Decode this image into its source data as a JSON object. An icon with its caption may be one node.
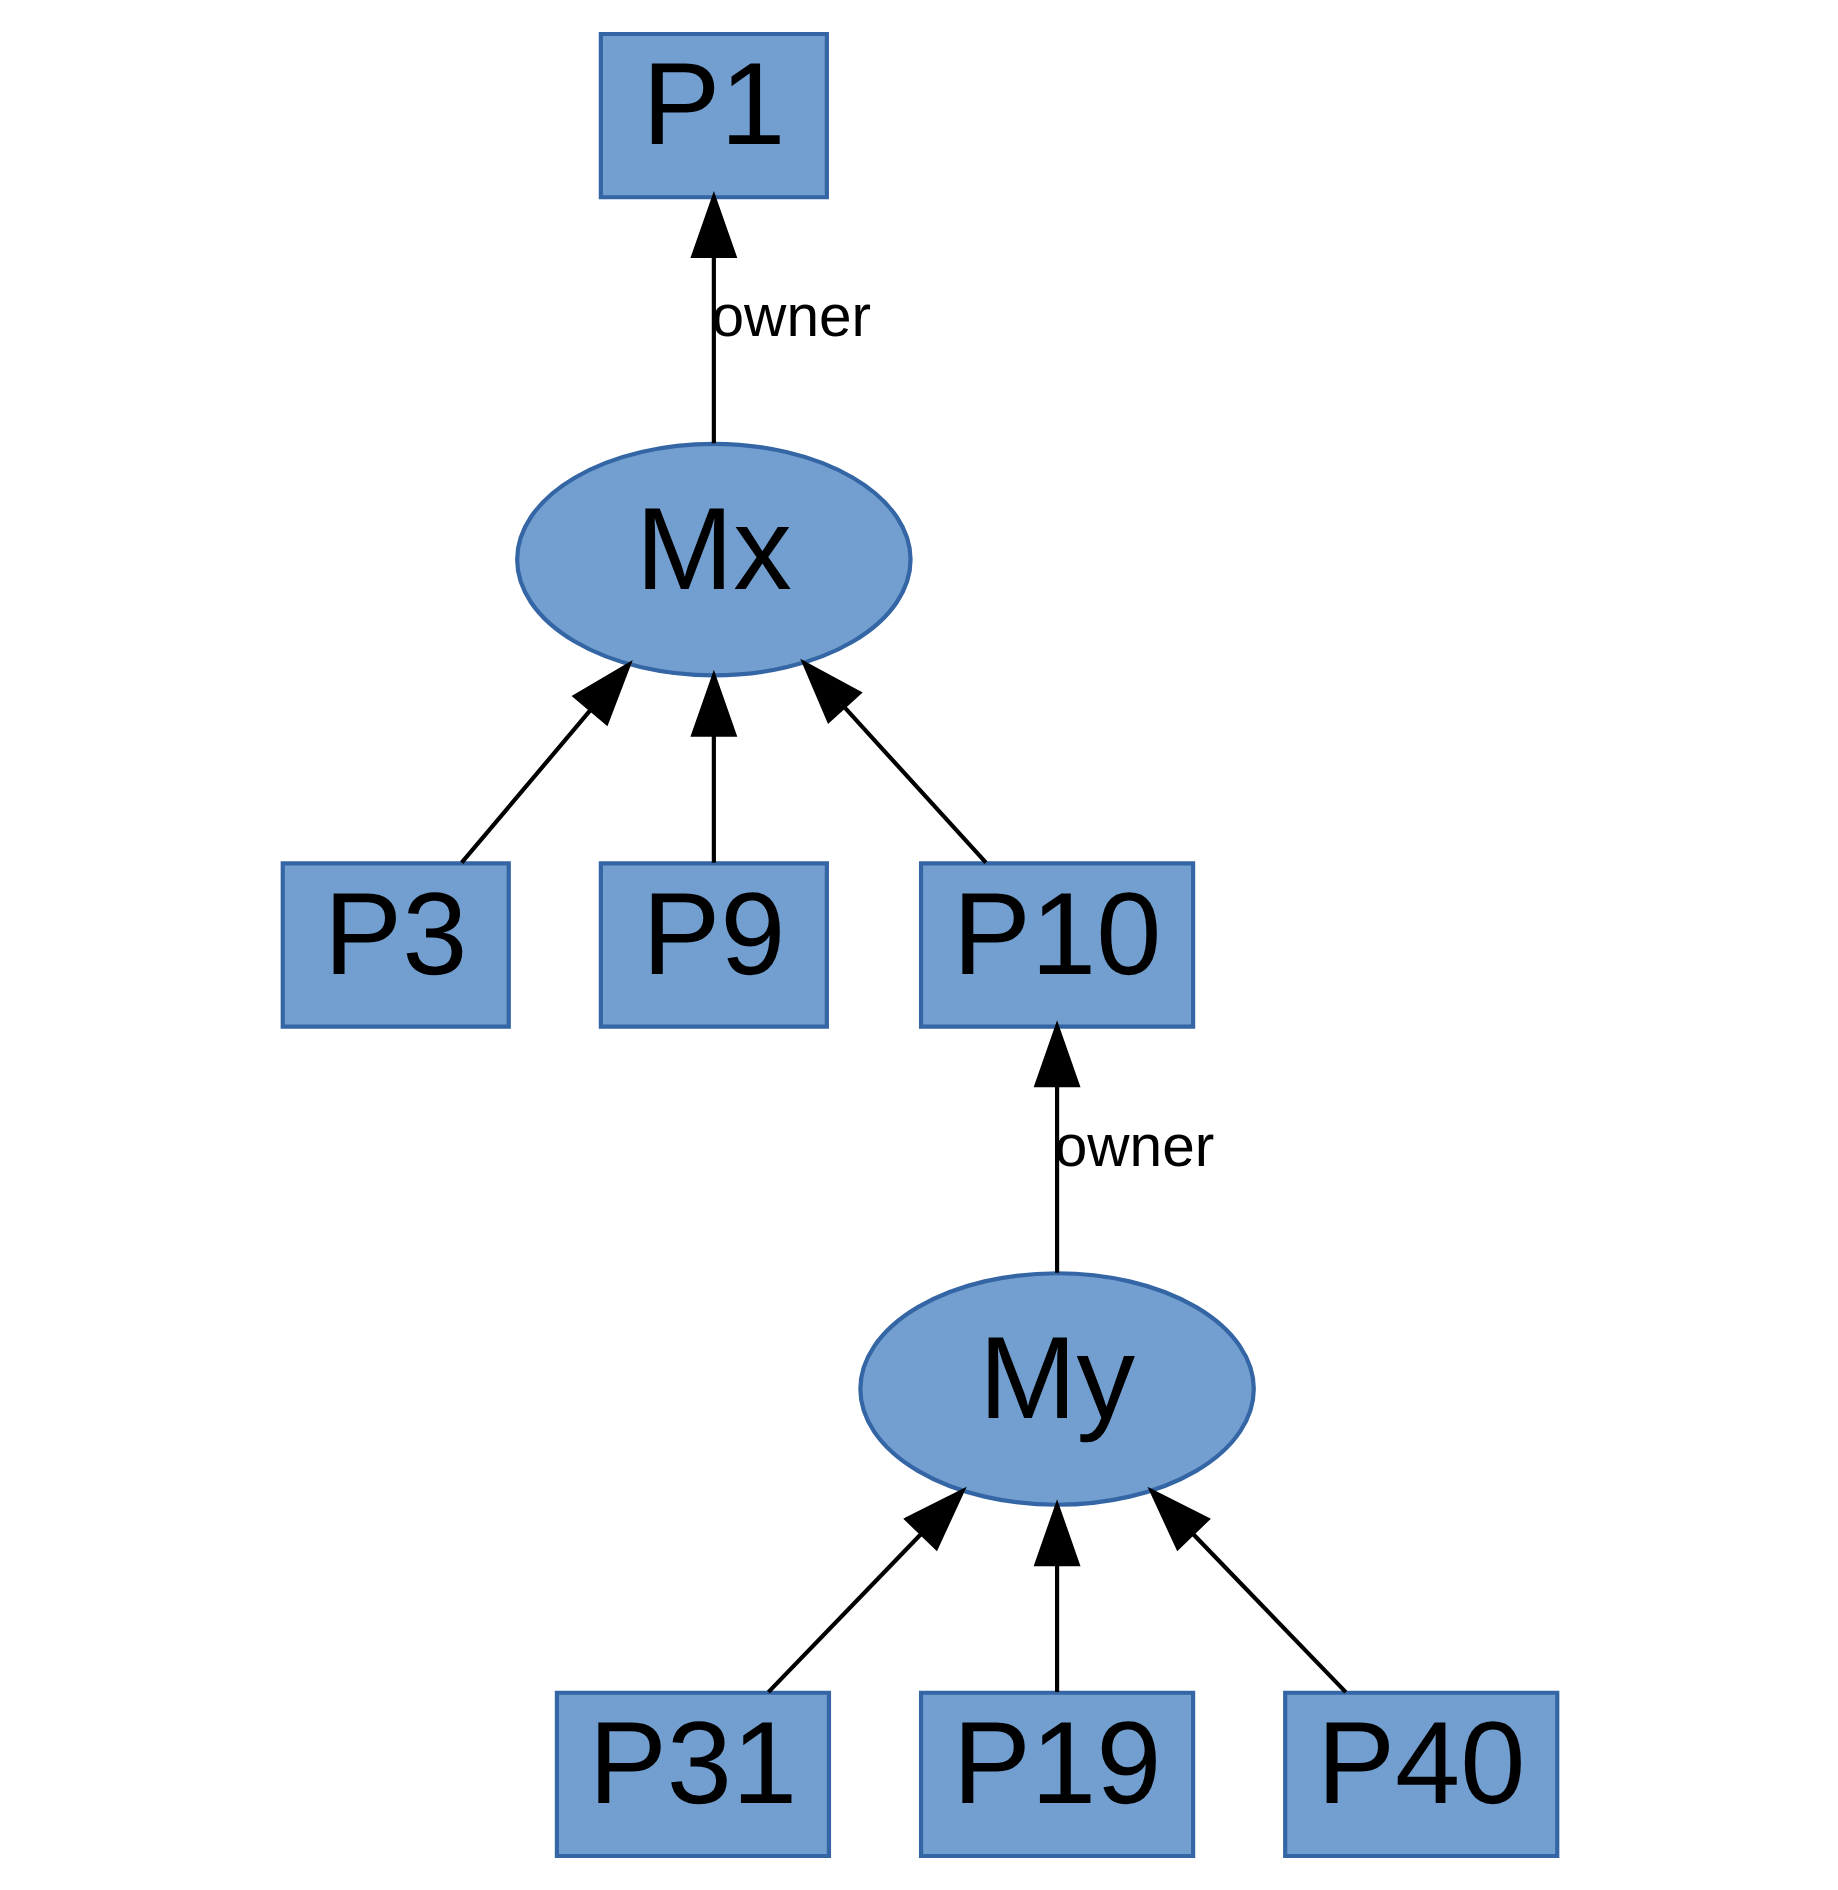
{
  "diagram": {
    "nodes": [
      {
        "text": [
          "P1"
        ]
      },
      {
        "text": [
          "Mx"
        ]
      },
      {
        "text": [
          "P3"
        ]
      },
      {
        "text": [
          "P9"
        ]
      },
      {
        "text": [
          "P10"
        ]
      },
      {
        "text": [
          "My"
        ]
      },
      {
        "text": [
          "P31"
        ]
      },
      {
        "text": [
          "P19"
        ]
      },
      {
        "text": [
          "P40"
        ]
      }
    ],
    "edges": [
      {
        "from": 1,
        "to": 0,
        "arrow": "to",
        "label": "owner"
      },
      {
        "from": 2,
        "to": 1,
        "arrow": "to"
      },
      {
        "from": 3,
        "to": 1,
        "arrow": "to"
      },
      {
        "from": 4,
        "to": 1,
        "arrow": "to"
      },
      {
        "from": 5,
        "to": 4,
        "arrow": "to",
        "label": "owner"
      },
      {
        "from": 6,
        "to": 5,
        "arrow": "to"
      },
      {
        "from": 7,
        "to": 5,
        "arrow": "to"
      },
      {
        "from": 8,
        "to": 5,
        "arrow": "to"
      }
    ]
  }
}
